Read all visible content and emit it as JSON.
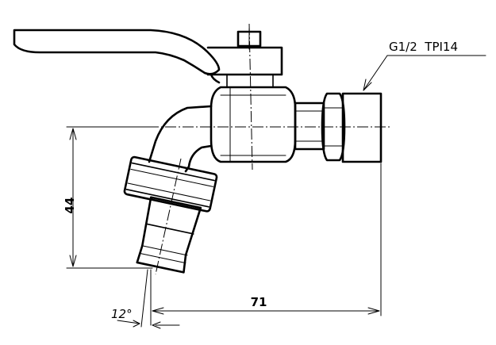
{
  "thread_label": "G1/2  TPI14",
  "dim_height": "44",
  "dim_length": "71",
  "dim_angle": "12°"
}
